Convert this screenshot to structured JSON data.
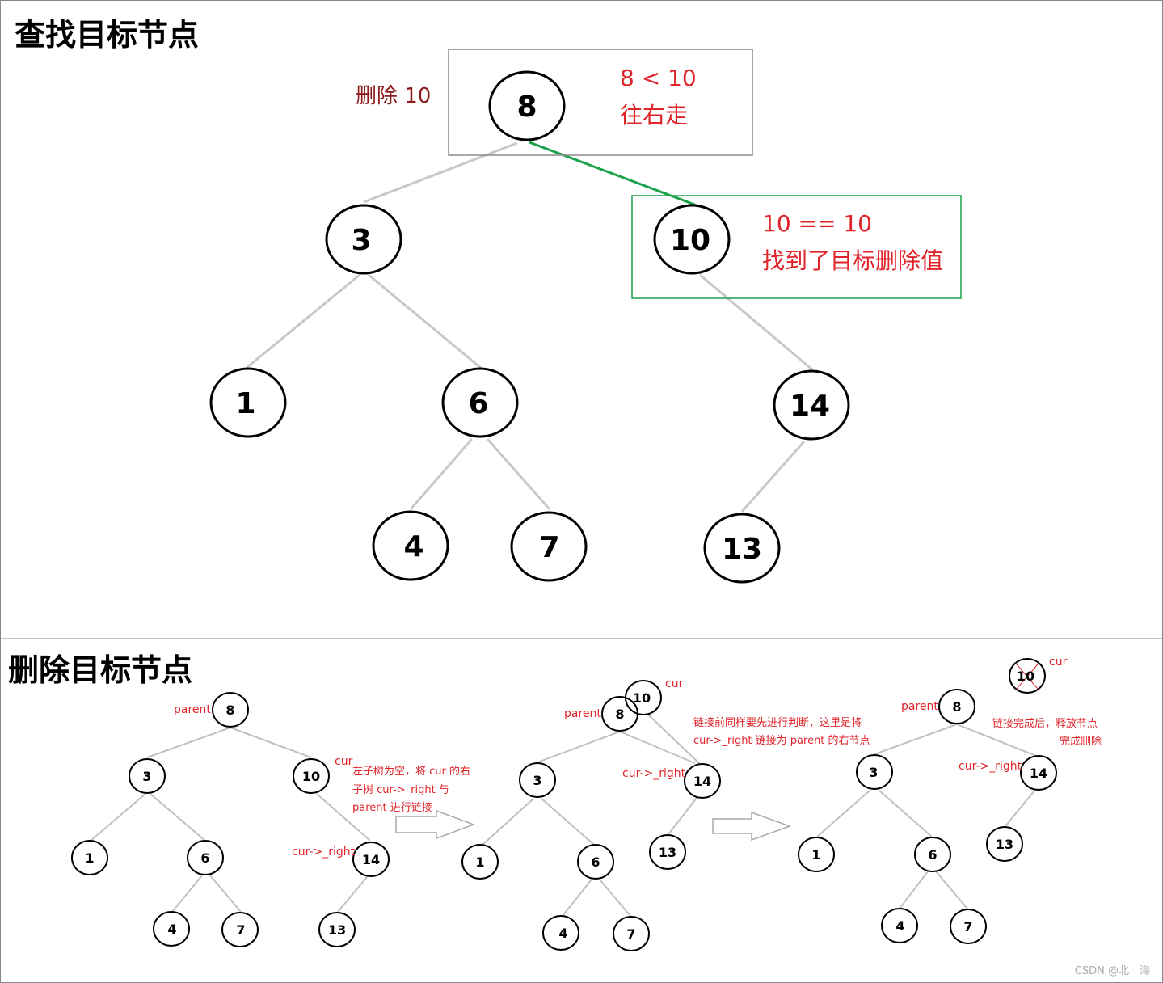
{
  "top": {
    "title": "查找目标节点",
    "delete_label": "删除 10",
    "compare_line1": "8 < 10",
    "compare_line2": "往右走",
    "found_line1": "10 == 10",
    "found_line2": "找到了目标删除值",
    "nodes": [
      "8",
      "3",
      "10",
      "1",
      "6",
      "14",
      "4",
      "7",
      "13"
    ]
  },
  "bottom": {
    "title": "删除目标节点",
    "tree1": {
      "nodes": [
        "8",
        "3",
        "10",
        "1",
        "6",
        "14",
        "4",
        "7",
        "13"
      ],
      "parent_label": "parent",
      "cur_label": "cur",
      "cur_right_label": "cur->_right",
      "note_lines": [
        "左子树为空，将 cur 的右",
        "子树 cur->_right 与",
        "parent 进行链接"
      ]
    },
    "tree2": {
      "nodes": [
        "8",
        "10",
        "3",
        "14",
        "1",
        "6",
        "13",
        "4",
        "7"
      ],
      "parent_label": "parent",
      "cur_label": "cur",
      "cur_right_label": "cur->_right",
      "note_lines": [
        "链接前同样要先进行判断，这里是将",
        "cur->_right 链接为 parent 的右节点"
      ]
    },
    "tree3": {
      "nodes": [
        "10",
        "8",
        "3",
        "14",
        "1",
        "6",
        "13",
        "4",
        "7"
      ],
      "parent_label": "parent",
      "cur_label": "cur",
      "cur_right_label": "cur->_right",
      "note_lines": [
        "链接完成后，释放节点",
        "完成删除"
      ]
    }
  },
  "watermark": "CSDN @北　海",
  "colors": {
    "red": "#e0242a",
    "dark_red": "#8b1a1a",
    "green": "#1aa14a",
    "edge": "#c0c0c0"
  }
}
